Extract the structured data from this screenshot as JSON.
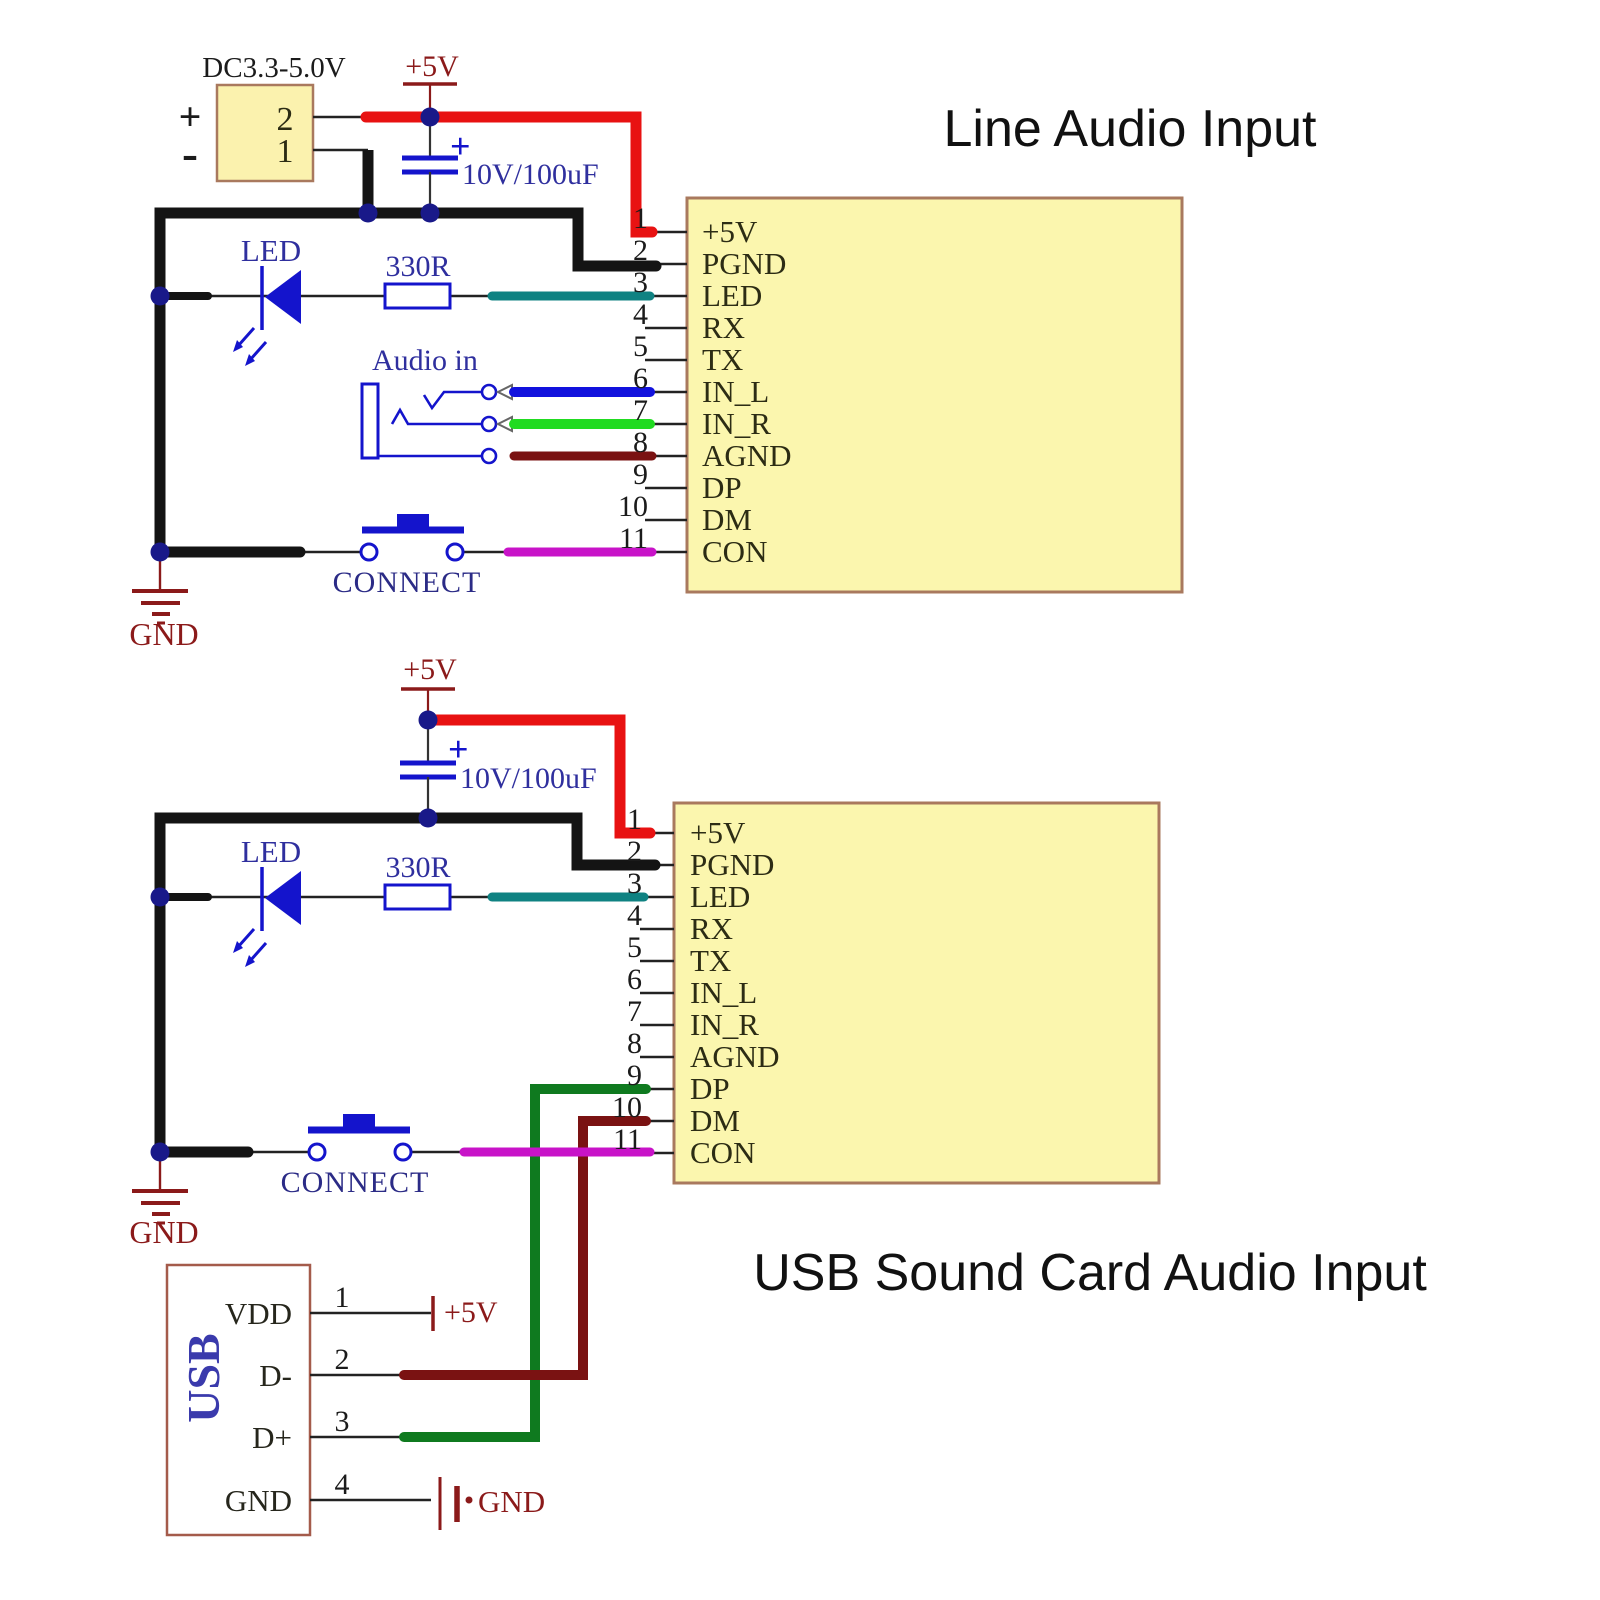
{
  "titles": {
    "top": "Line Audio Input",
    "bottom": "USB Sound Card Audio Input"
  },
  "pins": [
    {
      "num": "1",
      "label": "+5V"
    },
    {
      "num": "2",
      "label": "PGND"
    },
    {
      "num": "3",
      "label": "LED"
    },
    {
      "num": "4",
      "label": "RX"
    },
    {
      "num": "5",
      "label": "TX"
    },
    {
      "num": "6",
      "label": "IN_L"
    },
    {
      "num": "7",
      "label": "IN_R"
    },
    {
      "num": "8",
      "label": "AGND"
    },
    {
      "num": "9",
      "label": "DP"
    },
    {
      "num": "10",
      "label": "DM"
    },
    {
      "num": "11",
      "label": "CON"
    }
  ],
  "top": {
    "dc_label": "DC3.3-5.0V",
    "plus": "+",
    "minus": "-",
    "jack_pin_top": "2",
    "jack_pin_bottom": "1",
    "power": "+5V",
    "cap_plus": "+",
    "cap_value": "10V/100uF",
    "led": "LED",
    "resistor": "330R",
    "audio_in": "Audio in",
    "connect": "CONNECT",
    "gnd": "GND"
  },
  "bottom": {
    "power": "+5V",
    "cap_plus": "+",
    "cap_value": "10V/100uF",
    "led": "LED",
    "resistor": "330R",
    "connect": "CONNECT",
    "gnd": "GND"
  },
  "usb": {
    "label": "USB",
    "pins": [
      {
        "num": "1",
        "label": "VDD"
      },
      {
        "num": "2",
        "label": "D-"
      },
      {
        "num": "3",
        "label": "D+"
      },
      {
        "num": "4",
        "label": "GND"
      }
    ],
    "net_power": "+5V",
    "net_gnd": "GND"
  },
  "colors": {
    "module_fill": "#FBF6AE",
    "module_border": "#A9795E",
    "wire_red": "#E81212",
    "wire_black": "#141414",
    "wire_teal": "#0F8282",
    "wire_blue": "#1212DD",
    "wire_green": "#21DB21",
    "wire_dark_green": "#0F7A1F",
    "wire_dark_red": "#7A1212",
    "wire_magenta": "#C813C8",
    "junction_dot": "#191989",
    "symbol_blue": "#1414CC",
    "symbol_dark_red": "#8B1A1A"
  }
}
